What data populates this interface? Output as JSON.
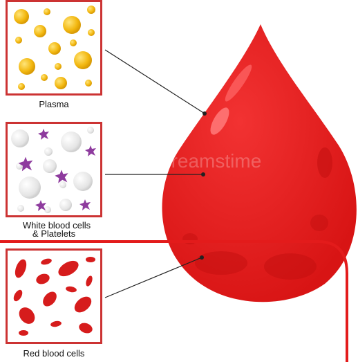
{
  "labels": {
    "plasma": "Plasma",
    "white_line1": "White blood cells",
    "white_line2": "& Platelets",
    "red": "Red blood cells"
  },
  "watermark": "dreamstime",
  "colors": {
    "panel_border": "#cc3333",
    "drop": "#e31b1b",
    "plasma_cell": "#f2b70f",
    "white_cell": "#e6e6e6",
    "platelet": "#8e3b9e",
    "red_cell": "#d61c1c"
  }
}
